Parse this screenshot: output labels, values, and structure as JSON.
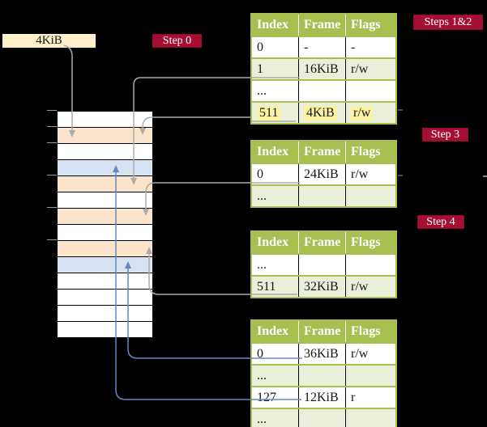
{
  "legend": {
    "frame_box_label": "4KiB"
  },
  "badges": {
    "step0": "Step 0",
    "steps_1_2": "Steps 1&2",
    "step3": "Step 3",
    "step4": "Step 4"
  },
  "table_headers": [
    "Index",
    "Frame",
    "Flags"
  ],
  "tables": [
    {
      "name": "page-table-level-1",
      "rows": [
        {
          "c": [
            "0",
            "-",
            "-"
          ],
          "hl": false
        },
        {
          "c": [
            "1",
            "16KiB",
            "r/w"
          ],
          "hl": false
        },
        {
          "c": [
            "...",
            "",
            ""
          ],
          "hl": false
        },
        {
          "c": [
            "511",
            "4KiB",
            "r/w"
          ],
          "hl": true
        }
      ]
    },
    {
      "name": "page-table-level-2",
      "rows": [
        {
          "c": [
            "0",
            "24KiB",
            "r/w"
          ],
          "hl": false
        },
        {
          "c": [
            "...",
            "",
            ""
          ],
          "hl": false
        }
      ]
    },
    {
      "name": "page-table-level-3",
      "rows": [
        {
          "c": [
            "...",
            "",
            ""
          ],
          "hl": false
        },
        {
          "c": [
            "511",
            "32KiB",
            "r/w"
          ],
          "hl": false
        }
      ]
    },
    {
      "name": "page-table-level-4",
      "rows": [
        {
          "c": [
            "0",
            "36KiB",
            "r/w"
          ],
          "hl": false
        },
        {
          "c": [
            "...",
            "",
            ""
          ],
          "hl": false
        },
        {
          "c": [
            "127",
            "12KiB",
            "r"
          ],
          "hl": false
        },
        {
          "c": [
            "...",
            "",
            ""
          ],
          "hl": false
        }
      ]
    }
  ],
  "memory": {
    "rows": [
      "free",
      "page-table",
      "free",
      "data-page",
      "page-table",
      "free",
      "page-table",
      "free",
      "page-table",
      "data-page",
      "free",
      "free",
      "free",
      "free"
    ]
  },
  "colors": {
    "table_header_green": "#A7BE50",
    "table_row_green": "#EAEFD9",
    "highlight_yellow": "#FCF3A2",
    "frame_peach": "#FBE4CC",
    "frame_blue": "#D7E2F2",
    "label_cream": "#FCEFC9",
    "badge_crimson": "#A50F32",
    "arrow_gray": "#ABABAB",
    "arrow_blue": "#6787C2"
  }
}
